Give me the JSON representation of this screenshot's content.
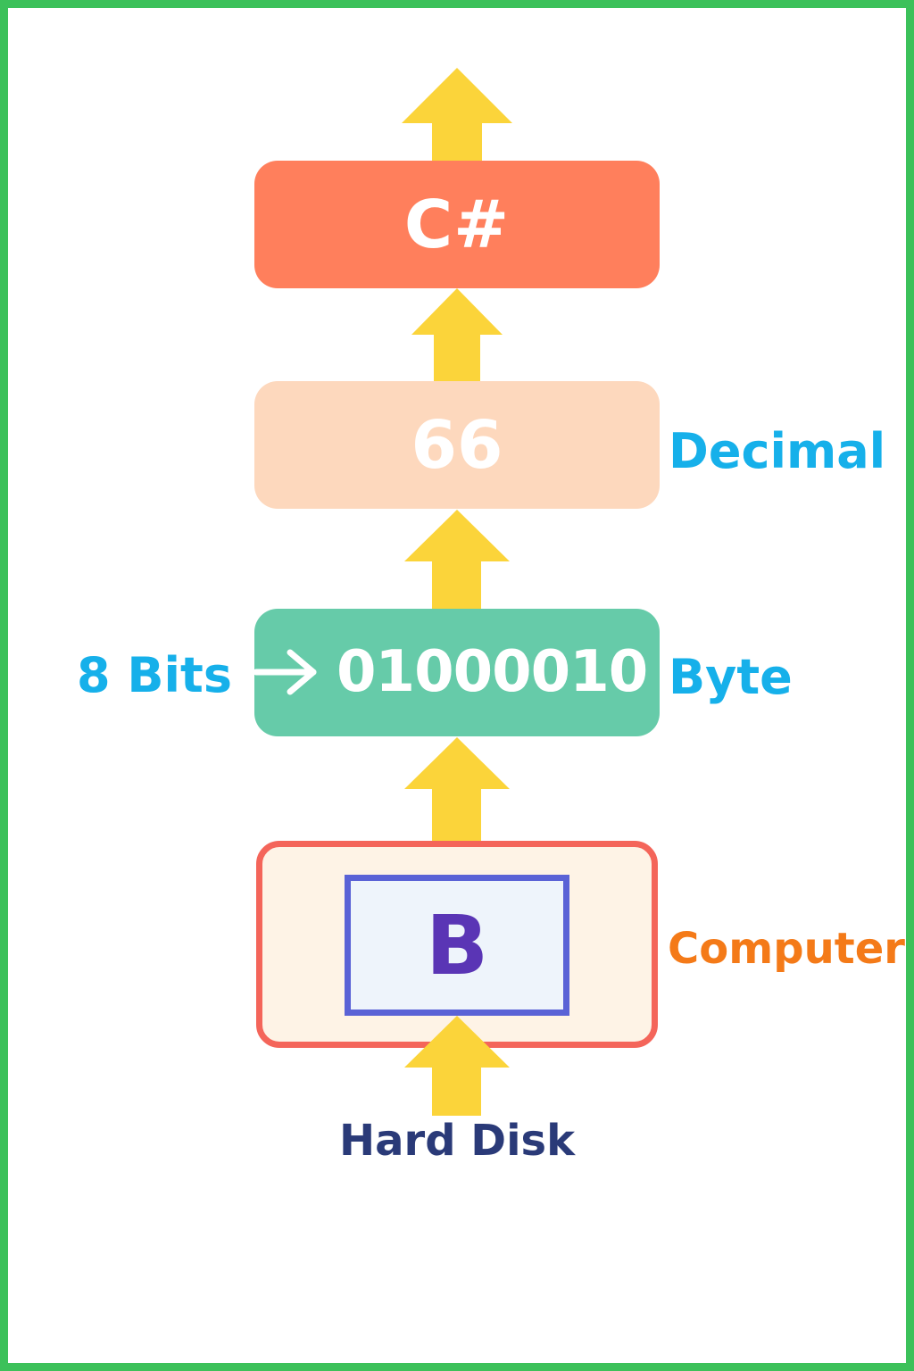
{
  "blocks": {
    "top": "C#",
    "decimal_value": "66",
    "byte_value": "01000010",
    "character": "B"
  },
  "labels": {
    "decimal": "Decimal",
    "byte": "Byte",
    "bits": "8 Bits",
    "computer": "Computer",
    "source": "Hard Disk"
  },
  "colors": {
    "frame": "#3cc15a",
    "arrow": "#fbd43a",
    "csharp_box": "#ff7f5c",
    "decimal_box": "#fdd8bd",
    "byte_box": "#66cba9",
    "computer_border": "#f4655a",
    "screen_border": "#5a62d6",
    "label_blue": "#16b0ea",
    "label_orange": "#f47a18",
    "label_navy": "#2a3a78"
  }
}
